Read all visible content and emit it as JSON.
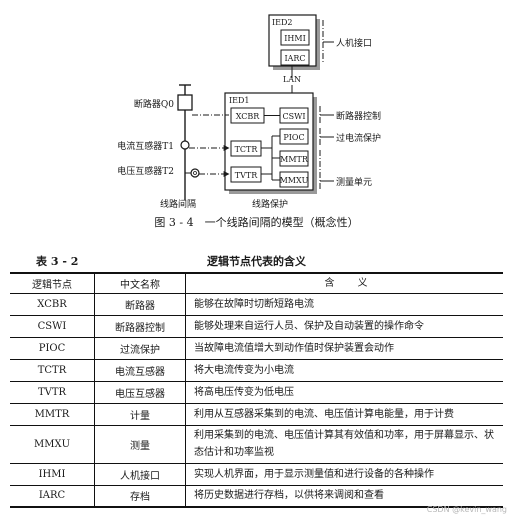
{
  "figure": {
    "ied2_label": "IED2",
    "ied1_label": "IED1",
    "lan_label": "LAN",
    "ln_ihmi": "IHMI",
    "ln_iarc": "IARC",
    "ln_xcbr": "XCBR",
    "ln_cswi": "CSWI",
    "ln_pioc": "PIOC",
    "ln_tctr": "TCTR",
    "ln_mmtr": "MMTR",
    "ln_tvtr": "TVTR",
    "ln_mmxu": "MMXU",
    "left_breaker": "断路器Q0",
    "left_ct": "电流互感器T1",
    "left_vt": "电压互感器T2",
    "right_hmi": "人机接口",
    "right_control": "断路器控制",
    "right_protect": "过电流保护",
    "right_measure": "测量单元",
    "bottom_bay": "线路间隔",
    "bottom_protect": "线路保护"
  },
  "caption": "图 3 - 4　一个线路间隔的模型（概念性）",
  "table": {
    "number": "表 3 - 2",
    "title": "逻辑节点代表的含义",
    "headers": [
      "逻辑节点",
      "中文名称",
      "含　　义"
    ],
    "rows": [
      {
        "node": "XCBR",
        "name": "断路器",
        "desc": "能够在故障时切断短路电流"
      },
      {
        "node": "CSWI",
        "name": "断路器控制",
        "desc": "能够处理来自运行人员、保护及自动装置的操作命令"
      },
      {
        "node": "PIOC",
        "name": "过流保护",
        "desc": "当故障电流值增大到动作值时保护装置会动作"
      },
      {
        "node": "TCTR",
        "name": "电流互感器",
        "desc": "将大电流传变为小电流"
      },
      {
        "node": "TVTR",
        "name": "电压互感器",
        "desc": "将高电压传变为低电压"
      },
      {
        "node": "MMTR",
        "name": "计量",
        "desc": "利用从互感器采集到的电流、电压值计算电能量，用于计费"
      },
      {
        "node": "MMXU",
        "name": "测量",
        "desc": "利用采集到的电流、电压值计算其有效值和功率，用于屏幕显示、状态估计和功率监视"
      },
      {
        "node": "IHMI",
        "name": "人机接口",
        "desc": "实现人机界面，用于显示测量值和进行设备的各种操作"
      },
      {
        "node": "IARC",
        "name": "存档",
        "desc": "将历史数据进行存档，以供将来调阅和查看"
      }
    ]
  },
  "watermark": "CSDN @kevin_wang"
}
